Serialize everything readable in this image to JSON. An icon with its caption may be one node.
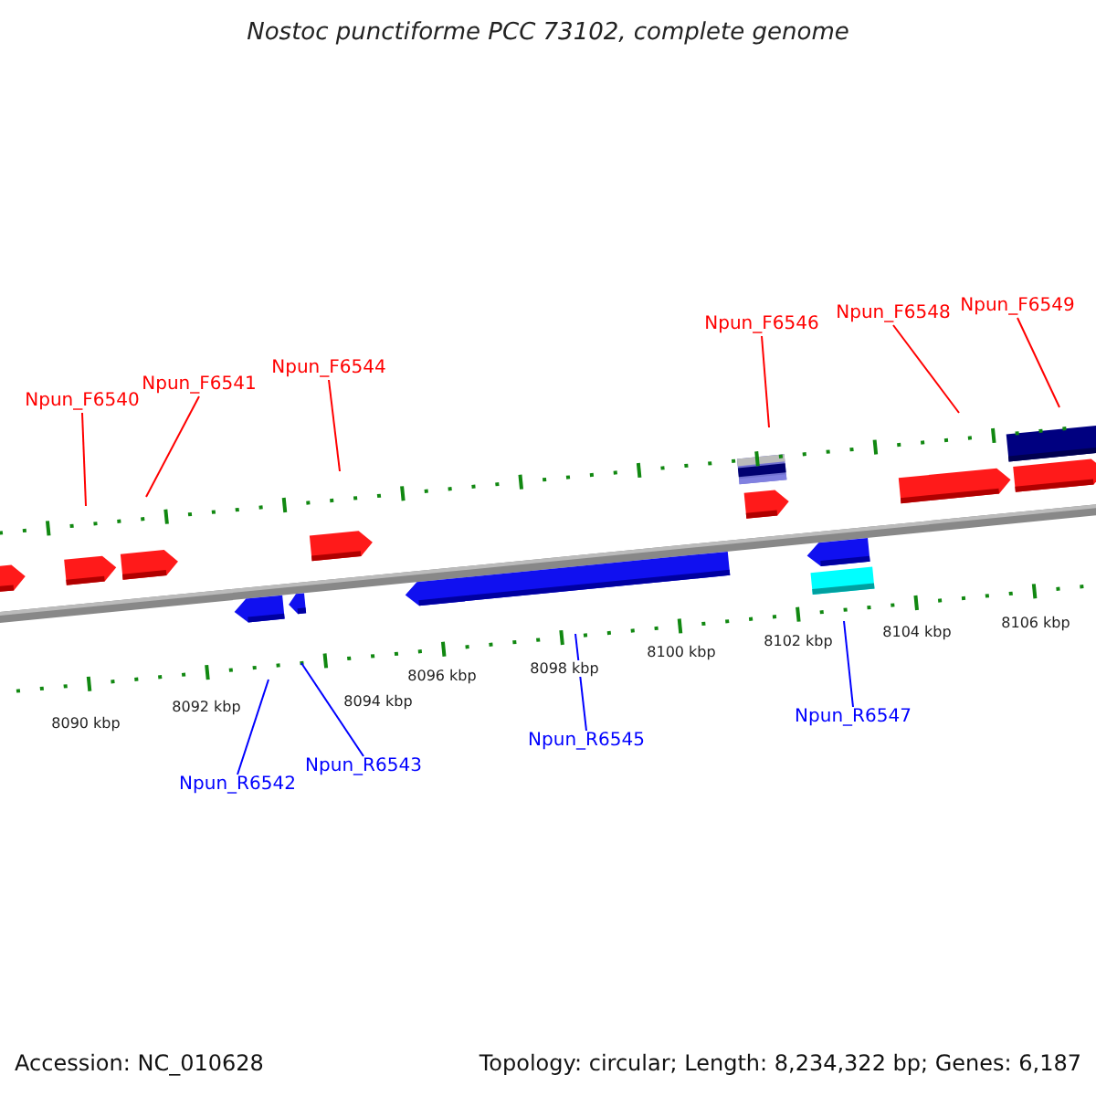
{
  "diagram": {
    "title": "Nostoc punctiforme PCC 73102, complete genome",
    "nodes": [
      {
        "text": [
          "Npun_F6540"
        ]
      },
      {
        "text": [
          "Npun_F6541"
        ]
      },
      {
        "text": [
          "Npun_F6544"
        ]
      },
      {
        "text": [
          "Npun_F6546"
        ]
      },
      {
        "text": [
          "Npun_F6548"
        ]
      },
      {
        "text": [
          "Npun_F6549"
        ]
      },
      {
        "text": [
          "Npun_R6542"
        ]
      },
      {
        "text": [
          "Npun_R6543"
        ]
      },
      {
        "text": [
          "Npun_R6545"
        ]
      },
      {
        "text": [
          "Npun_R6547"
        ]
      }
    ],
    "edges": [
      {
        "from": 0,
        "to": null,
        "arrow": "none"
      },
      {
        "from": 1,
        "to": null,
        "arrow": "none"
      },
      {
        "from": 2,
        "to": null,
        "arrow": "none"
      },
      {
        "from": 3,
        "to": null,
        "arrow": "none"
      },
      {
        "from": 4,
        "to": null,
        "arrow": "none"
      },
      {
        "from": 5,
        "to": null,
        "arrow": "none"
      },
      {
        "from": 6,
        "to": null,
        "arrow": "none",
        "color": "#0000ff"
      },
      {
        "from": 7,
        "to": null,
        "arrow": "none",
        "color": "#0000ff"
      },
      {
        "from": 8,
        "to": null,
        "arrow": "none",
        "color": "#0000ff"
      },
      {
        "from": 9,
        "to": null,
        "arrow": "none",
        "color": "#0000ff"
      }
    ],
    "labels": [
      "8090 kbp",
      "8092 kbp",
      "8094 kbp",
      "8096 kbp",
      "8098 kbp",
      "8100 kbp",
      "8102 kbp",
      "8104 kbp",
      "8106 kbp",
      "Accession: NC_010628",
      "Topology: circular; Length: 8,234,322 bp; Genes: 6,187"
    ]
  }
}
